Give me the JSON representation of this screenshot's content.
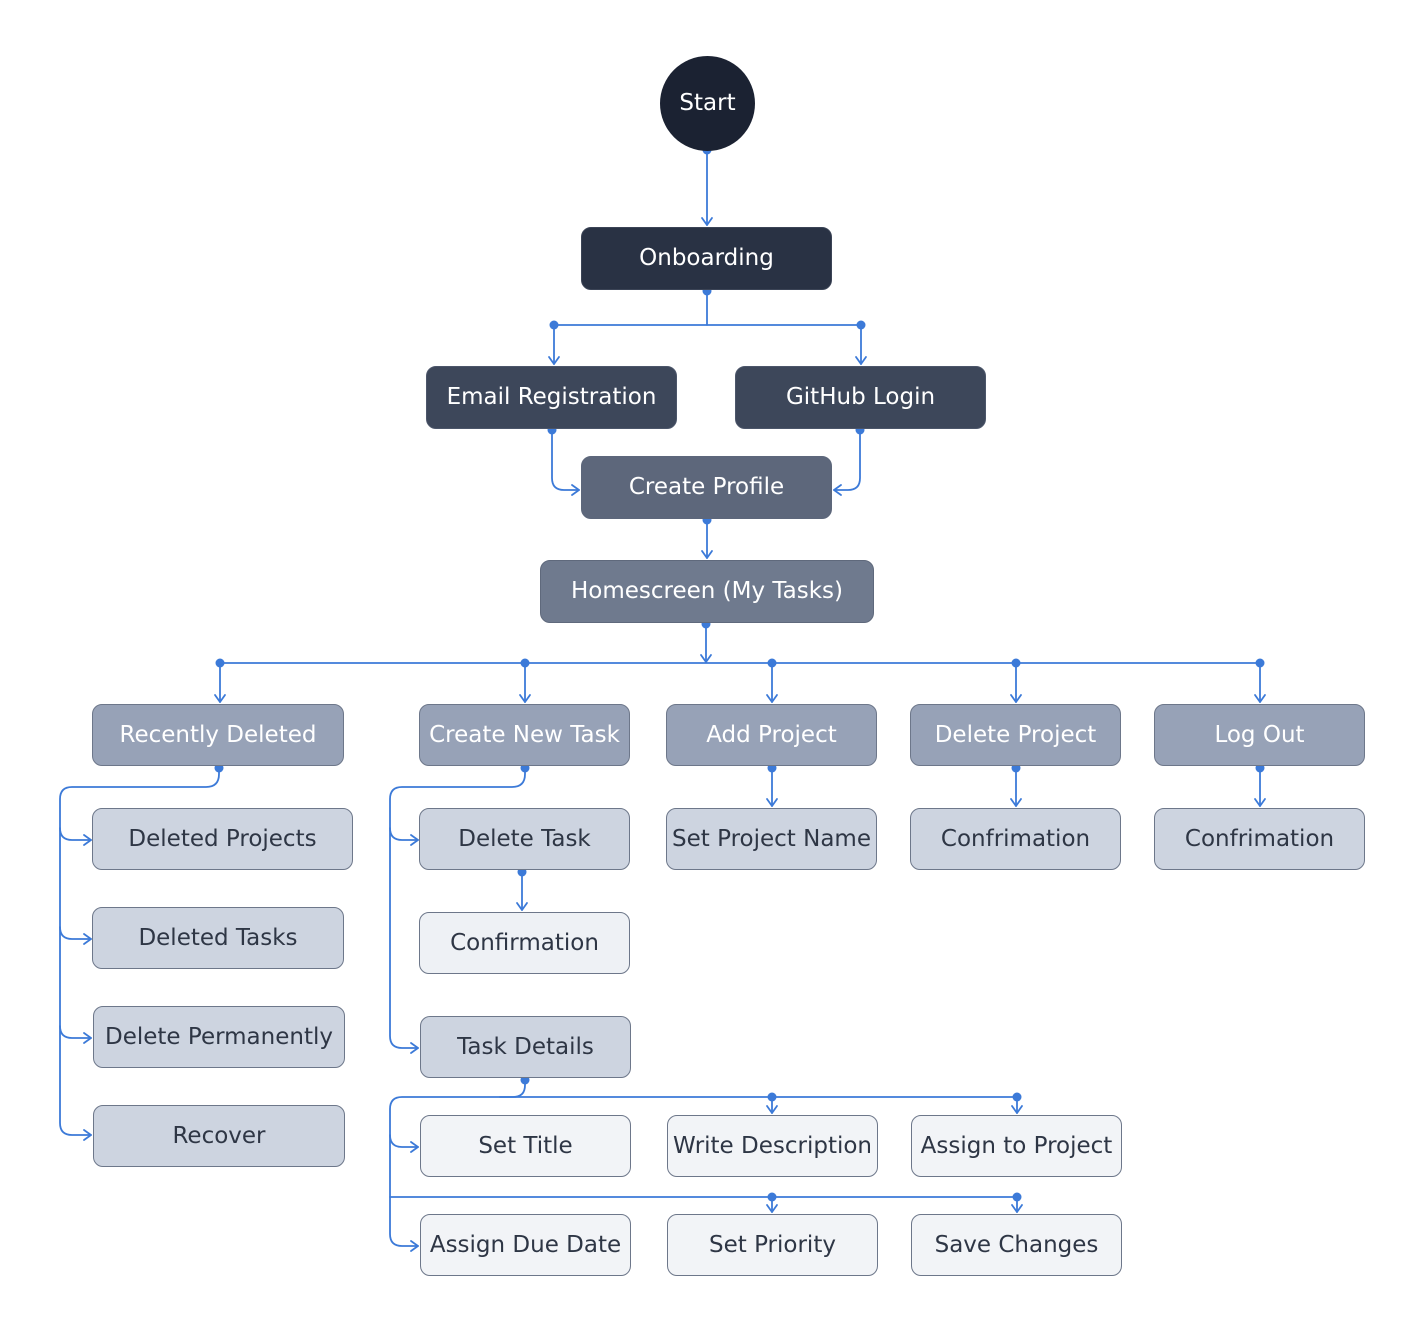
{
  "colors": {
    "connector": "#3c7ad8",
    "level_1": "#1b2232",
    "level_2": "#293244",
    "level_3": "#3d475a",
    "level_4": "#5d677b",
    "level_5": "#6f7a8e",
    "level_6": "#97a2b7",
    "level_7": "#cdd4e0",
    "level_8": "#eef1f5",
    "level_9": "#f2f4f7"
  },
  "nodes": {
    "start": "Start",
    "onboarding": "Onboarding",
    "email_registration": "Email Registration",
    "github_login": "GitHub Login",
    "create_profile": "Create Profile",
    "homescreen": "Homescreen (My Tasks)",
    "recently_deleted": "Recently Deleted",
    "deleted_projects": "Deleted Projects",
    "deleted_tasks": "Deleted Tasks",
    "delete_permanently": "Delete Permanently",
    "recover": "Recover",
    "create_new_task": "Create New Task",
    "delete_task": "Delete Task",
    "delete_task_confirmation": "Confirmation",
    "task_details": "Task Details",
    "set_title": "Set Title",
    "write_description": "Write Description",
    "assign_to_project": "Assign to Project",
    "assign_due_date": "Assign Due Date",
    "set_priority": "Set Priority",
    "save_changes": "Save Changes",
    "add_project": "Add Project",
    "set_project_name": "Set Project Name",
    "delete_project": "Delete Project",
    "delete_project_confirmation": "Confrimation",
    "log_out": "Log Out",
    "log_out_confirmation": "Confrimation"
  }
}
